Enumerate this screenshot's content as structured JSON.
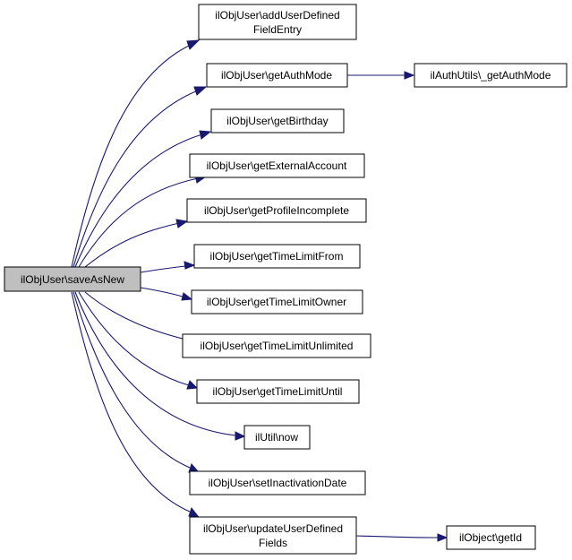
{
  "colors": {
    "edge": "#191970",
    "root_fill": "#bfbfbf",
    "node_fill": "#ffffff",
    "border": "#000000"
  },
  "nodes": {
    "root": "ilObjUser\\saveAsNew",
    "addUserDefinedFieldEntry": [
      "ilObjUser\\addUserDefined",
      "FieldEntry"
    ],
    "getAuthMode": "ilObjUser\\getAuthMode",
    "authUtilsGetAuthMode": "ilAuthUtils\\_getAuthMode",
    "getBirthday": "ilObjUser\\getBirthday",
    "getExternalAccount": "ilObjUser\\getExternalAccount",
    "getProfileIncomplete": "ilObjUser\\getProfileIncomplete",
    "getTimeLimitFrom": "ilObjUser\\getTimeLimitFrom",
    "getTimeLimitOwner": "ilObjUser\\getTimeLimitOwner",
    "getTimeLimitUnlimited": "ilObjUser\\getTimeLimitUnlimited",
    "getTimeLimitUntil": "ilObjUser\\getTimeLimitUntil",
    "utilNow": "ilUtil\\now",
    "setInactivationDate": "ilObjUser\\setInactivationDate",
    "updateUserDefinedFields": [
      "ilObjUser\\updateUserDefined",
      "Fields"
    ],
    "objectGetId": "ilObject\\getId"
  }
}
